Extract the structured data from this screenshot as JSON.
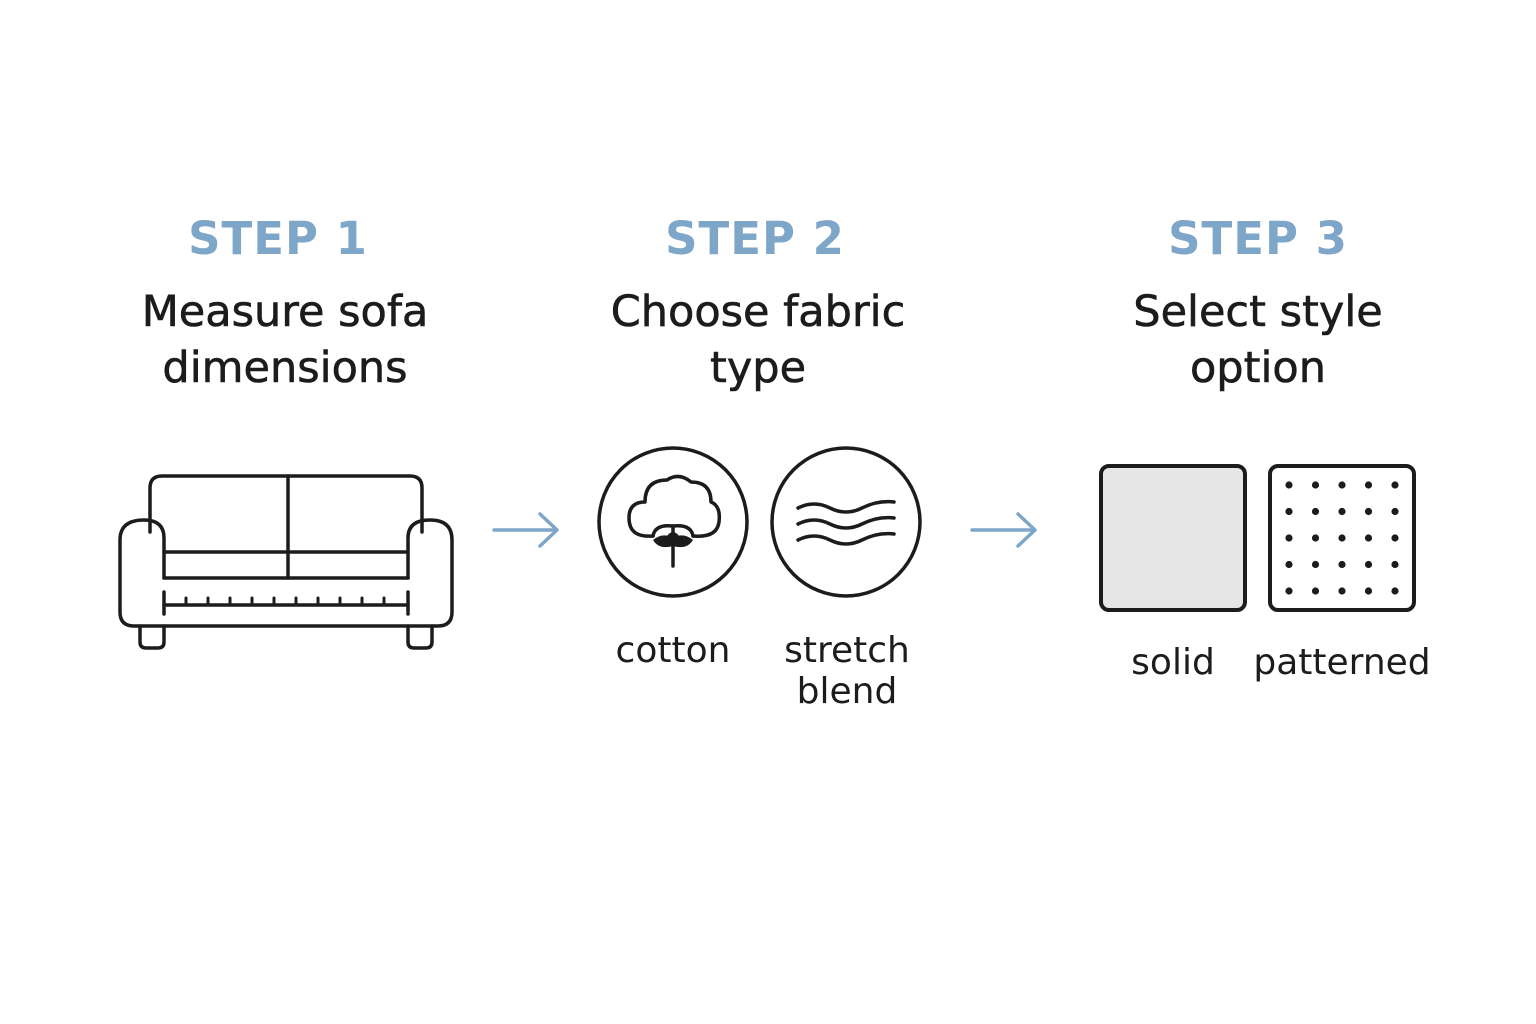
{
  "colors": {
    "accent": "#7ea6c9",
    "ink": "#1c1c1c",
    "solid_fill": "#e6e6e6"
  },
  "steps": [
    {
      "label": "STEP 1",
      "title_line1": "Measure sofa",
      "title_line2": "dimensions",
      "icon": "sofa-with-measuring-ruler-icon"
    },
    {
      "label": "STEP 2",
      "title_line1": "Choose fabric",
      "title_line2": "type",
      "options": [
        {
          "icon": "cotton-boll-icon",
          "label_line1": "cotton",
          "label_line2": ""
        },
        {
          "icon": "stretch-waves-icon",
          "label_line1": "stretch",
          "label_line2": "blend"
        }
      ]
    },
    {
      "label": "STEP 3",
      "title_line1": "Select style",
      "title_line2": "option",
      "options": [
        {
          "icon": "solid-swatch-icon",
          "label_line1": "solid"
        },
        {
          "icon": "polka-dot-swatch-icon",
          "label_line1": "patterned"
        }
      ]
    }
  ],
  "connectors": [
    "arrow-right-icon",
    "arrow-right-icon"
  ]
}
